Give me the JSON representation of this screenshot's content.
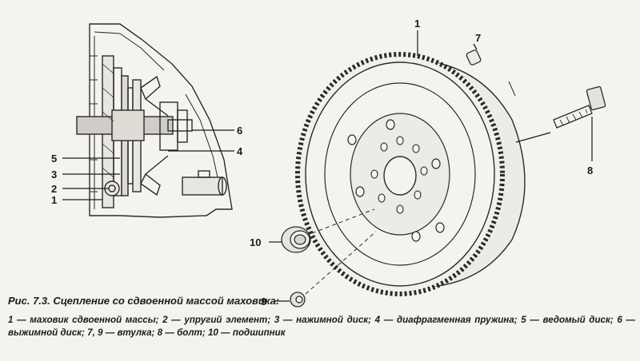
{
  "caption": {
    "title": "Рис. 7.3. Сцепление со сдвоенной массой маховика:",
    "legend": "1 — маховик сдвоенной массы; 2 — упругий элемент; 3 — нажимной диск; 4 — диафрагменная пружина; 5 — ведомый диск; 6 — выжимной диск; 7, 9 — втулка; 8 — болт; 10 — подшипник"
  },
  "callouts": {
    "c1": "1",
    "c2": "2",
    "c3": "3",
    "c4": "4",
    "c5": "5",
    "c6": "6",
    "c7": "7",
    "c8": "8",
    "c9": "9",
    "c10": "10"
  }
}
